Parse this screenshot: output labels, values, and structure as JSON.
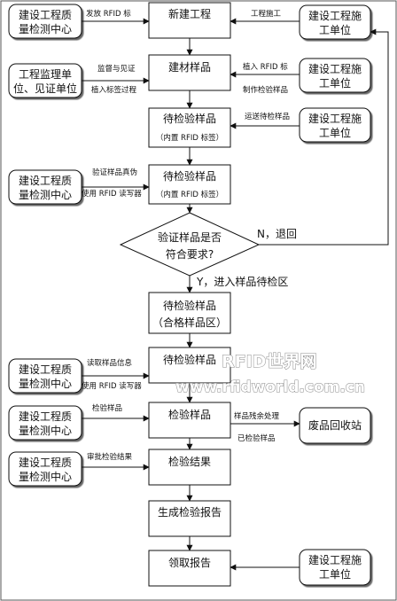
{
  "nodes": {
    "center_new": "新建工程",
    "center_material": "建材样品",
    "center_pending1": [
      "待检验样品",
      "（内置 RFID 标签）"
    ],
    "center_pending2": [
      "待检验样品",
      "（内置 RFID 标签）"
    ],
    "decision": [
      "验证样品是否",
      "符合要求?"
    ],
    "center_qualified": [
      "待检验样品",
      "（合格样品区）"
    ],
    "center_pending3": "待检验样品",
    "center_inspect": "检验样品",
    "center_result": "检验结果",
    "center_report": "生成检验报告",
    "center_receive": "领取报告",
    "left_qc1": [
      "建设工程质",
      "量检测中心"
    ],
    "left_supervisor": [
      "工程监理单",
      "位、见证单位"
    ],
    "left_qc2": [
      "建设工程质",
      "量检测中心"
    ],
    "left_qc3": [
      "建设工程质",
      "量检测中心"
    ],
    "left_qc4": [
      "建设工程质",
      "量检测中心"
    ],
    "left_qc5": [
      "建设工程质",
      "量检测中心"
    ],
    "right_builder1": [
      "建设工程施",
      "工单位"
    ],
    "right_builder2": [
      "建设工程施",
      "工单位"
    ],
    "right_builder3": [
      "建设工程施",
      "工单位"
    ],
    "right_builder4": [
      "建设工程施",
      "工单位"
    ],
    "right_recycle": "废品回收站"
  },
  "edge_labels": {
    "issue_rfid": "发放 RFID 标",
    "construction": "工程施工",
    "supervise_witness": "监督与见证",
    "implant_process": "植入标签过程",
    "implant_rfid": "植入 RFID 标",
    "make_sample": "制作检验样品",
    "deliver_sample": "运送待检样品",
    "verify_authenticity": "验证样品真伪",
    "use_reader1": "使用 RFID 读写器",
    "no_back": "N，退回",
    "yes_enter": "Y，进入样品待检区",
    "read_info": "读取样品信息",
    "use_reader2": "使用 RFID 读写器",
    "inspect": "检验样品",
    "waste_processing": "样品残余处理",
    "inspected": "已检验样品",
    "approve_result": "审批检验结果"
  },
  "watermark": {
    "line1": "RFID世界网",
    "line2": "www.rfidworld.com.cn"
  }
}
